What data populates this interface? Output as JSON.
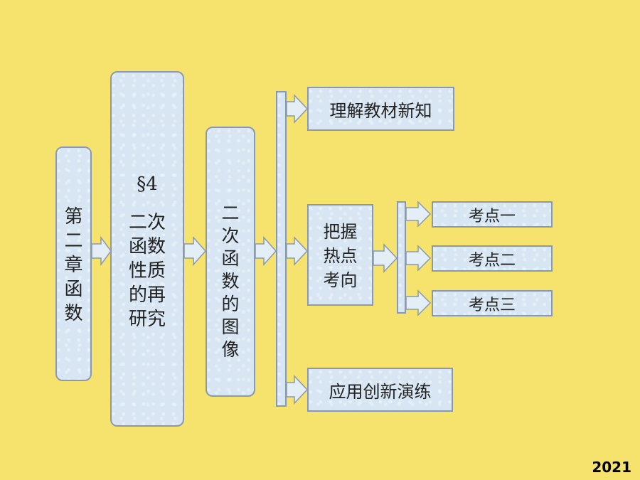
{
  "chapter": {
    "lines": [
      "第",
      "二",
      "章",
      "函",
      "数"
    ]
  },
  "section": {
    "number": "§4",
    "lines": [
      "二次",
      "函数",
      "性质",
      "的再",
      "研究"
    ]
  },
  "topic": {
    "lines": [
      "二",
      "次",
      "函",
      "数",
      "的",
      "图",
      "像"
    ]
  },
  "branches": {
    "understand": "理解教材新知",
    "hotspots": {
      "lines": [
        "把握",
        "热点",
        "考向"
      ]
    },
    "apply": "应用创新演练"
  },
  "points": [
    "考点一",
    "考点二",
    "考点三"
  ],
  "footer": {
    "year": "2021"
  },
  "colors": {
    "background": "#f5e36e",
    "box_fill": "#d7e6f2",
    "box_border": "#8a9aac",
    "arrow_fill": "#e4eef7"
  }
}
